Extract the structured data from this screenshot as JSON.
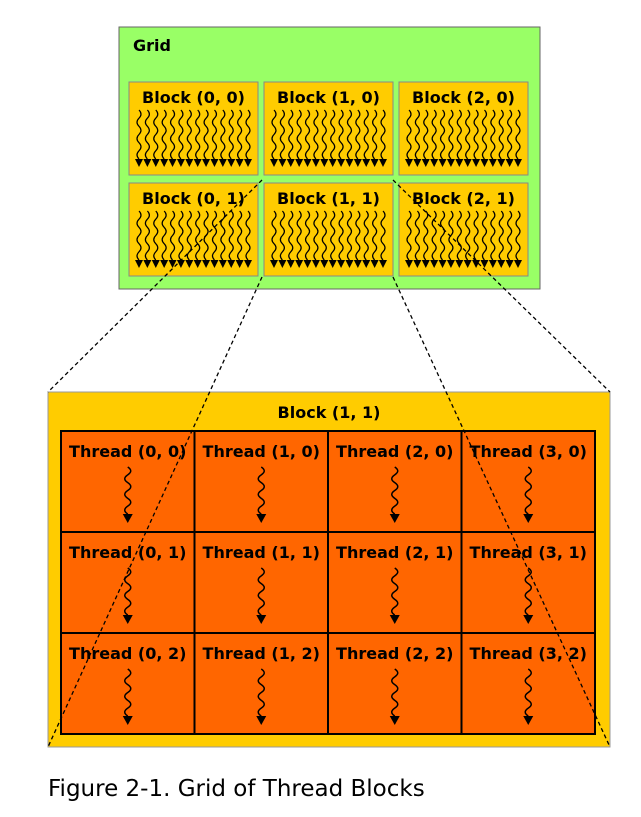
{
  "grid": {
    "label": "Grid",
    "colors": {
      "grid_fill": "#99ff66",
      "block_fill": "#ffcc00",
      "thread_fill": "#ff6600",
      "border": "#000000"
    },
    "blocks": [
      {
        "label": "Block (0, 0)"
      },
      {
        "label": "Block (1, 0)"
      },
      {
        "label": "Block (2, 0)"
      },
      {
        "label": "Block (0, 1)"
      },
      {
        "label": "Block (1, 1)"
      },
      {
        "label": "Block (2, 1)"
      }
    ]
  },
  "expanded_block": {
    "label": "Block (1, 1)",
    "threads": [
      {
        "label": "Thread (0, 0)"
      },
      {
        "label": "Thread (1, 0)"
      },
      {
        "label": "Thread (2, 0)"
      },
      {
        "label": "Thread (3, 0)"
      },
      {
        "label": "Thread (0, 1)"
      },
      {
        "label": "Thread (1, 1)"
      },
      {
        "label": "Thread (2, 1)"
      },
      {
        "label": "Thread (3, 1)"
      },
      {
        "label": "Thread (0, 2)"
      },
      {
        "label": "Thread (1, 2)"
      },
      {
        "label": "Thread (2, 2)"
      },
      {
        "label": "Thread (3, 2)"
      }
    ]
  },
  "caption": "Figure 2-1.  Grid of Thread Blocks"
}
